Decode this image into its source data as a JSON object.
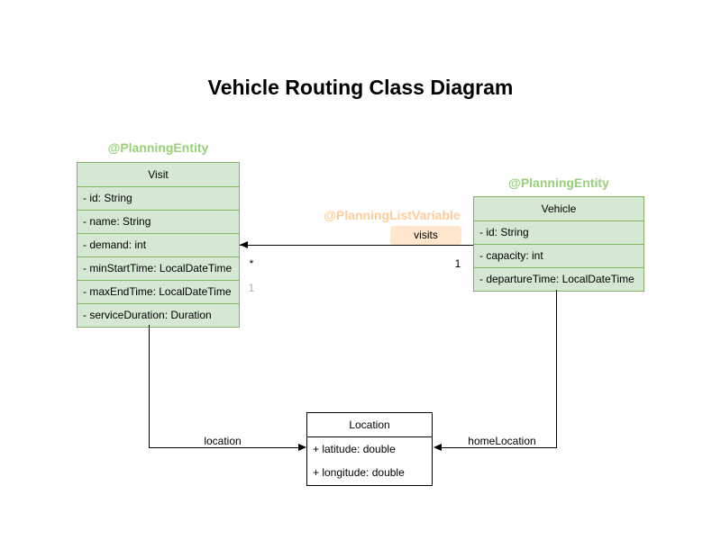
{
  "title": "Vehicle Routing Class Diagram",
  "colors": {
    "class_fill": "#d5e8d4",
    "class_border": "#82b366",
    "annotation_green": "#97d077",
    "annotation_orange": "#ffcc99",
    "edge_label_bg": "#ffe6cc",
    "multiplicity_purple": "#b9a5d2",
    "plain_fill": "#ffffff",
    "plain_border": "#000000"
  },
  "classes": [
    {
      "annotation": "@PlanningEntity",
      "name": "Visit",
      "attributes": [
        "- id: String",
        "- name: String",
        "- demand: int",
        "- minStartTime: LocalDateTime",
        "- maxEndTime: LocalDateTime",
        "- serviceDuration: Duration"
      ]
    },
    {
      "annotation": "@PlanningEntity",
      "name": "Vehicle",
      "attributes": [
        "- id: String",
        "- capacity: int",
        "- departureTime: LocalDateTime"
      ]
    },
    {
      "name": "Location",
      "attributes": [
        "+ latitude: double",
        "+ longitude: double"
      ]
    }
  ],
  "edges": {
    "visits": {
      "annotation": "@PlanningListVariable",
      "label": "visits",
      "multiplicity_target": "*",
      "multiplicity_source": "1",
      "multiplicity_alt": "1"
    },
    "location_edge": {
      "label": "location"
    },
    "home_location_edge": {
      "label": "homeLocation"
    }
  }
}
